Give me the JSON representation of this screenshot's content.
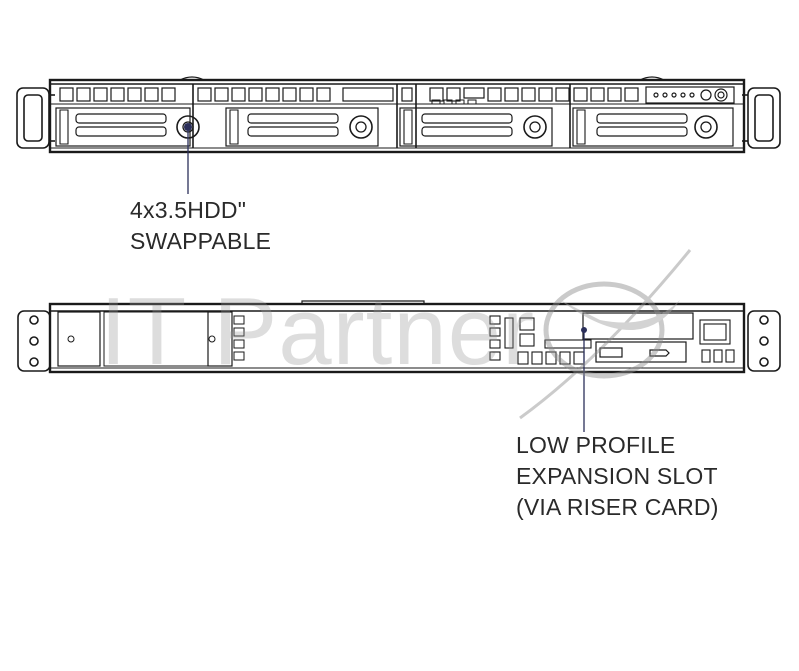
{
  "callouts": {
    "hdd": {
      "line1": "4x3.5HDD\"",
      "line2": "SWAPPABLE"
    },
    "slot": {
      "line1": "LOW PROFILE",
      "line2": "EXPANSION SLOT",
      "line3": "(VIA RISER CARD)"
    }
  },
  "watermark": {
    "text": "IT Partner"
  }
}
